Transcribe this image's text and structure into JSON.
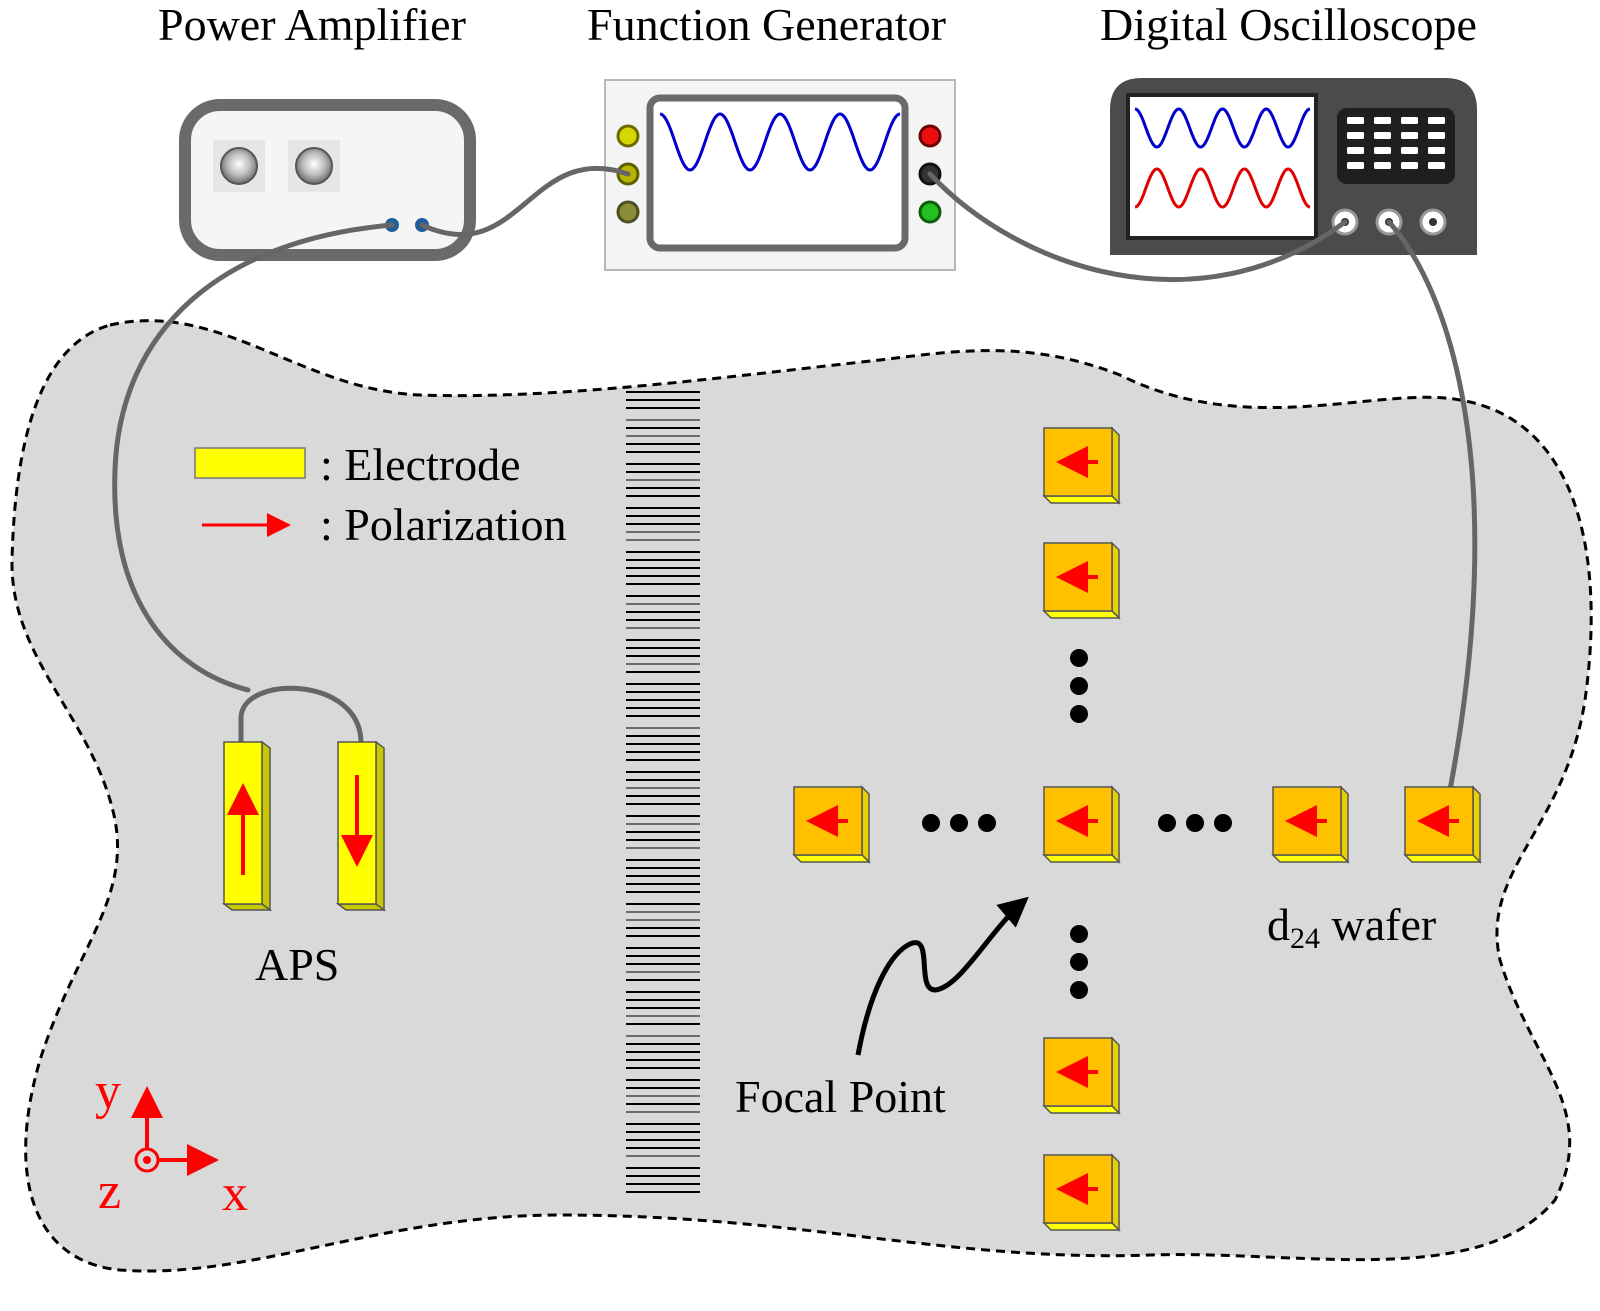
{
  "labels": {
    "power_amplifier": "Power Amplifier",
    "function_generator": "Function Generator",
    "digital_oscilloscope": "Digital Oscilloscope",
    "aps": "APS",
    "focal_point": "Focal Point",
    "wafer_d": "d",
    "wafer_sub": "24",
    "wafer_rest": " wafer"
  },
  "legend": {
    "electrode": ": Electrode",
    "polarization": ": Polarization"
  },
  "axes": {
    "y": "y",
    "x": "x",
    "z": "z"
  },
  "colors": {
    "plate": "#d9d9d9",
    "electrode": "#ffff00",
    "wafer": "#ffc000",
    "polarization": "#ff0000",
    "signal_generator": "#0000cc",
    "signal_response": "#e00000",
    "cable": "#666666"
  },
  "icons": {
    "knob": "knob-icon",
    "led": "led-icon",
    "bnc": "bnc-connector-icon"
  }
}
